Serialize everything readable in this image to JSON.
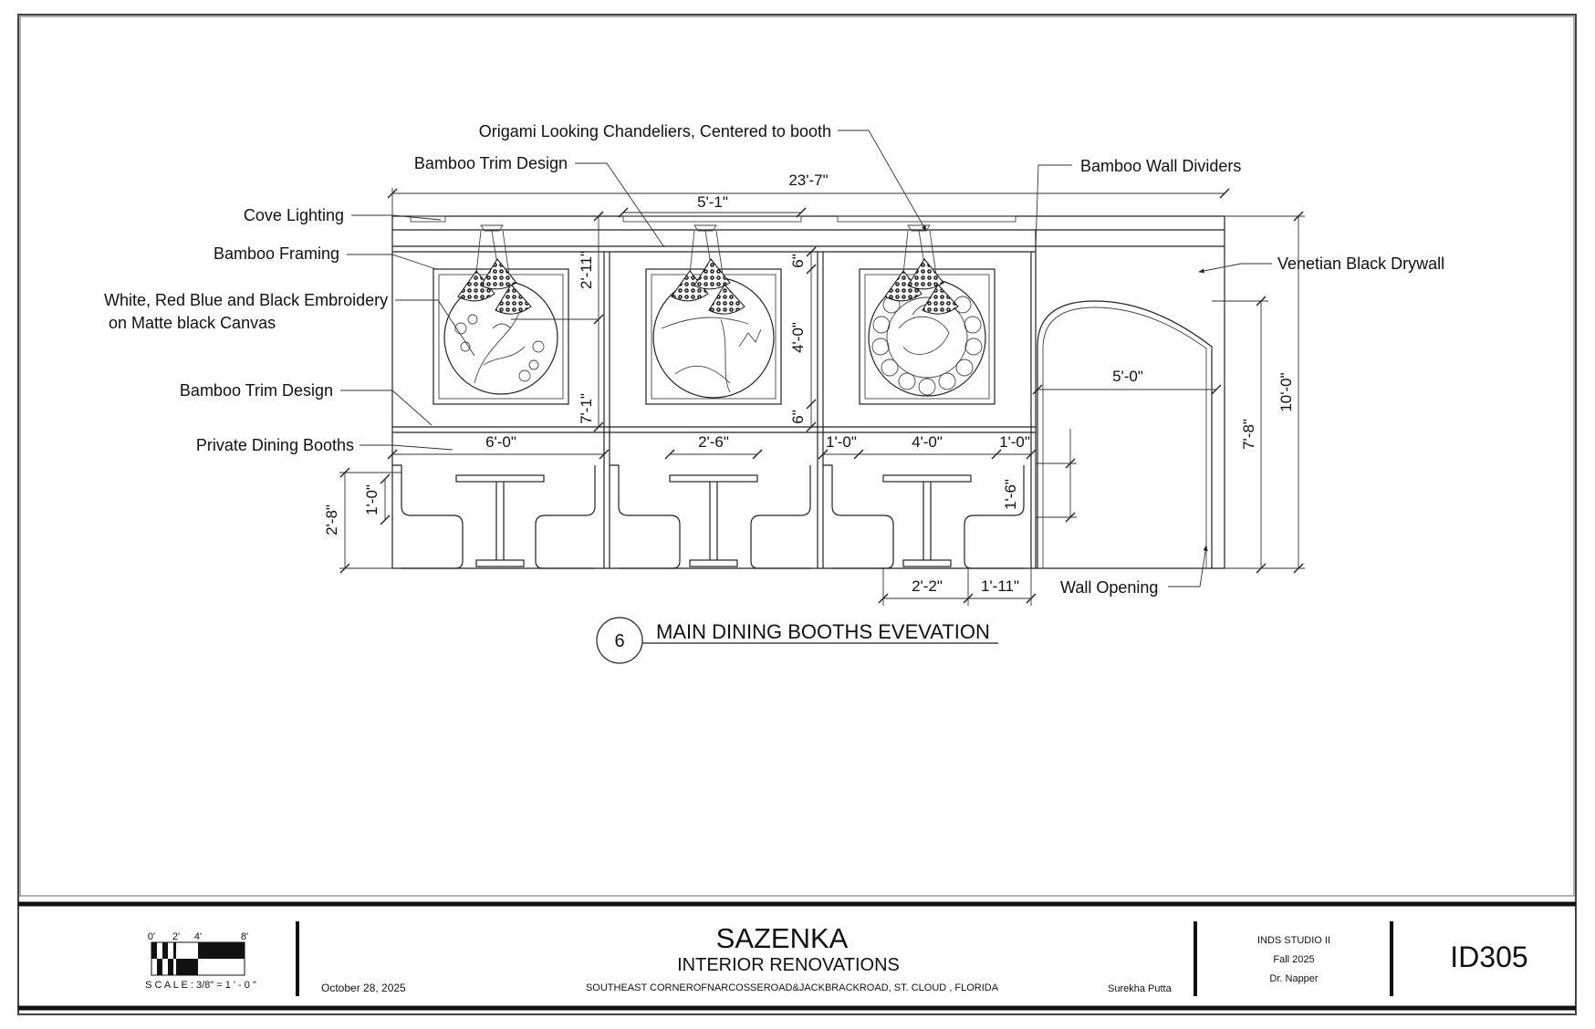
{
  "drawing": {
    "labels": {
      "chandeliers": "Origami Looking Chandeliers, Centered to booth",
      "bamboo_trim_top": "Bamboo Trim Design",
      "bamboo_wall_dividers": "Bamboo Wall Dividers",
      "cove_lighting": "Cove Lighting",
      "bamboo_framing": "Bamboo Framing",
      "venetian_drywall": "Venetian Black Drywall",
      "embroidery_line1": "White, Red Blue and Black Embroidery",
      "embroidery_line2": "on Matte black Canvas",
      "bamboo_trim_bottom": "Bamboo Trim Design",
      "private_booths": "Private Dining Booths",
      "wall_opening": "Wall Opening"
    },
    "dimensions": {
      "overall_width": "23'-7\"",
      "cove_width": "5'-1\"",
      "panel_height_upper": "2'-11\"",
      "panel_offset_top": "6\"",
      "panel_height": "4'-0\"",
      "panel_offset_bottom": "6\"",
      "booth_to_panel": "7'-1\"",
      "booth_width": "6'-0\"",
      "table_width_2": "2'-6\"",
      "gap_1": "1'-0\"",
      "table_width_3": "4'-0\"",
      "gap_2": "1'-0\"",
      "opening_width": "5'-0\"",
      "opening_height": "7'-8\"",
      "wall_height": "10'-0\"",
      "seat_back": "1'-0\"",
      "booth_height": "2'-8\"",
      "seat_height": "1'-6\"",
      "bottom_dim_1": "2'-2\"",
      "bottom_dim_2": "1'-11\""
    },
    "callout": {
      "number": "6",
      "title": "MAIN DINING BOOTHS EVEVATION"
    }
  },
  "title_block": {
    "scale_ticks": [
      "0'",
      "2'",
      "4'",
      "8'"
    ],
    "scale_text": "S C A L E : 3/8\" = 1 ' - 0 \"",
    "date": "October 28, 2025",
    "project_name": "SAZENKA",
    "project_subtitle": "INTERIOR RENOVATIONS",
    "address": "SOUTHEAST CORNEROFNARCOSSEROAD&JACKBRACKROAD, ST. CLOUD , FLORIDA",
    "designer": "Surekha Putta",
    "course": "INDS STUDIO II",
    "term": "Fall 2025",
    "instructor": "Dr. Napper",
    "sheet_id": "ID305"
  }
}
